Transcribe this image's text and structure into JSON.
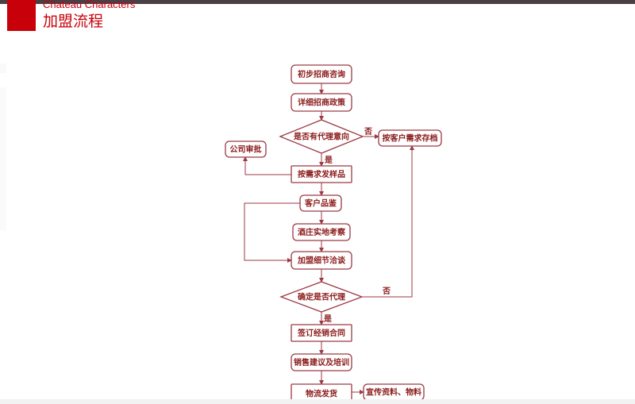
{
  "header": {
    "subtitle": "Chateau Characters",
    "title": "加盟流程"
  },
  "colors": {
    "brand_red": "#c8000a",
    "flow_stroke": "#9b3a44",
    "flow_text": "#8b1a1a",
    "top_bar": "#4a3f45"
  },
  "flowchart": {
    "nodes": [
      {
        "id": "n1",
        "type": "process",
        "label": "初步招商咨询"
      },
      {
        "id": "n2",
        "type": "process",
        "label": "详细招商政策"
      },
      {
        "id": "d1",
        "type": "decision",
        "label": "是否有代理意向"
      },
      {
        "id": "n_archive",
        "type": "process",
        "label": "按客户需求存档"
      },
      {
        "id": "n_approve",
        "type": "process",
        "label": "公司审批"
      },
      {
        "id": "n3",
        "type": "process",
        "label": "按需求发样品"
      },
      {
        "id": "n4",
        "type": "process",
        "label": "客户品鉴"
      },
      {
        "id": "n5",
        "type": "process",
        "label": "酒庄实地考察"
      },
      {
        "id": "n6",
        "type": "process",
        "label": "加盟细节洽谈"
      },
      {
        "id": "d2",
        "type": "decision",
        "label": "确定是否代理"
      },
      {
        "id": "n7",
        "type": "process",
        "label": "签订经销合同"
      },
      {
        "id": "n8",
        "type": "process",
        "label": "销售建议及培训"
      },
      {
        "id": "n9",
        "type": "process",
        "label": "物流发货"
      },
      {
        "id": "n10",
        "type": "process",
        "label": "宣传资料、物料"
      }
    ],
    "edges": [
      {
        "from": "n1",
        "to": "n2",
        "label": ""
      },
      {
        "from": "n2",
        "to": "d1",
        "label": ""
      },
      {
        "from": "d1",
        "to": "n_archive",
        "label": "否"
      },
      {
        "from": "d1",
        "to": "n3",
        "label": "是"
      },
      {
        "from": "n3",
        "to": "n_approve",
        "label": ""
      },
      {
        "from": "n3",
        "to": "n4",
        "label": ""
      },
      {
        "from": "n4",
        "to": "n5",
        "label": ""
      },
      {
        "from": "n4",
        "to": "n6",
        "label": ""
      },
      {
        "from": "n5",
        "to": "n6",
        "label": ""
      },
      {
        "from": "n6",
        "to": "d2",
        "label": ""
      },
      {
        "from": "d2",
        "to": "n_archive",
        "label": "否"
      },
      {
        "from": "d2",
        "to": "n7",
        "label": "是"
      },
      {
        "from": "n7",
        "to": "n8",
        "label": ""
      },
      {
        "from": "n8",
        "to": "n9",
        "label": ""
      },
      {
        "from": "n9",
        "to": "n10",
        "label": ""
      }
    ]
  }
}
